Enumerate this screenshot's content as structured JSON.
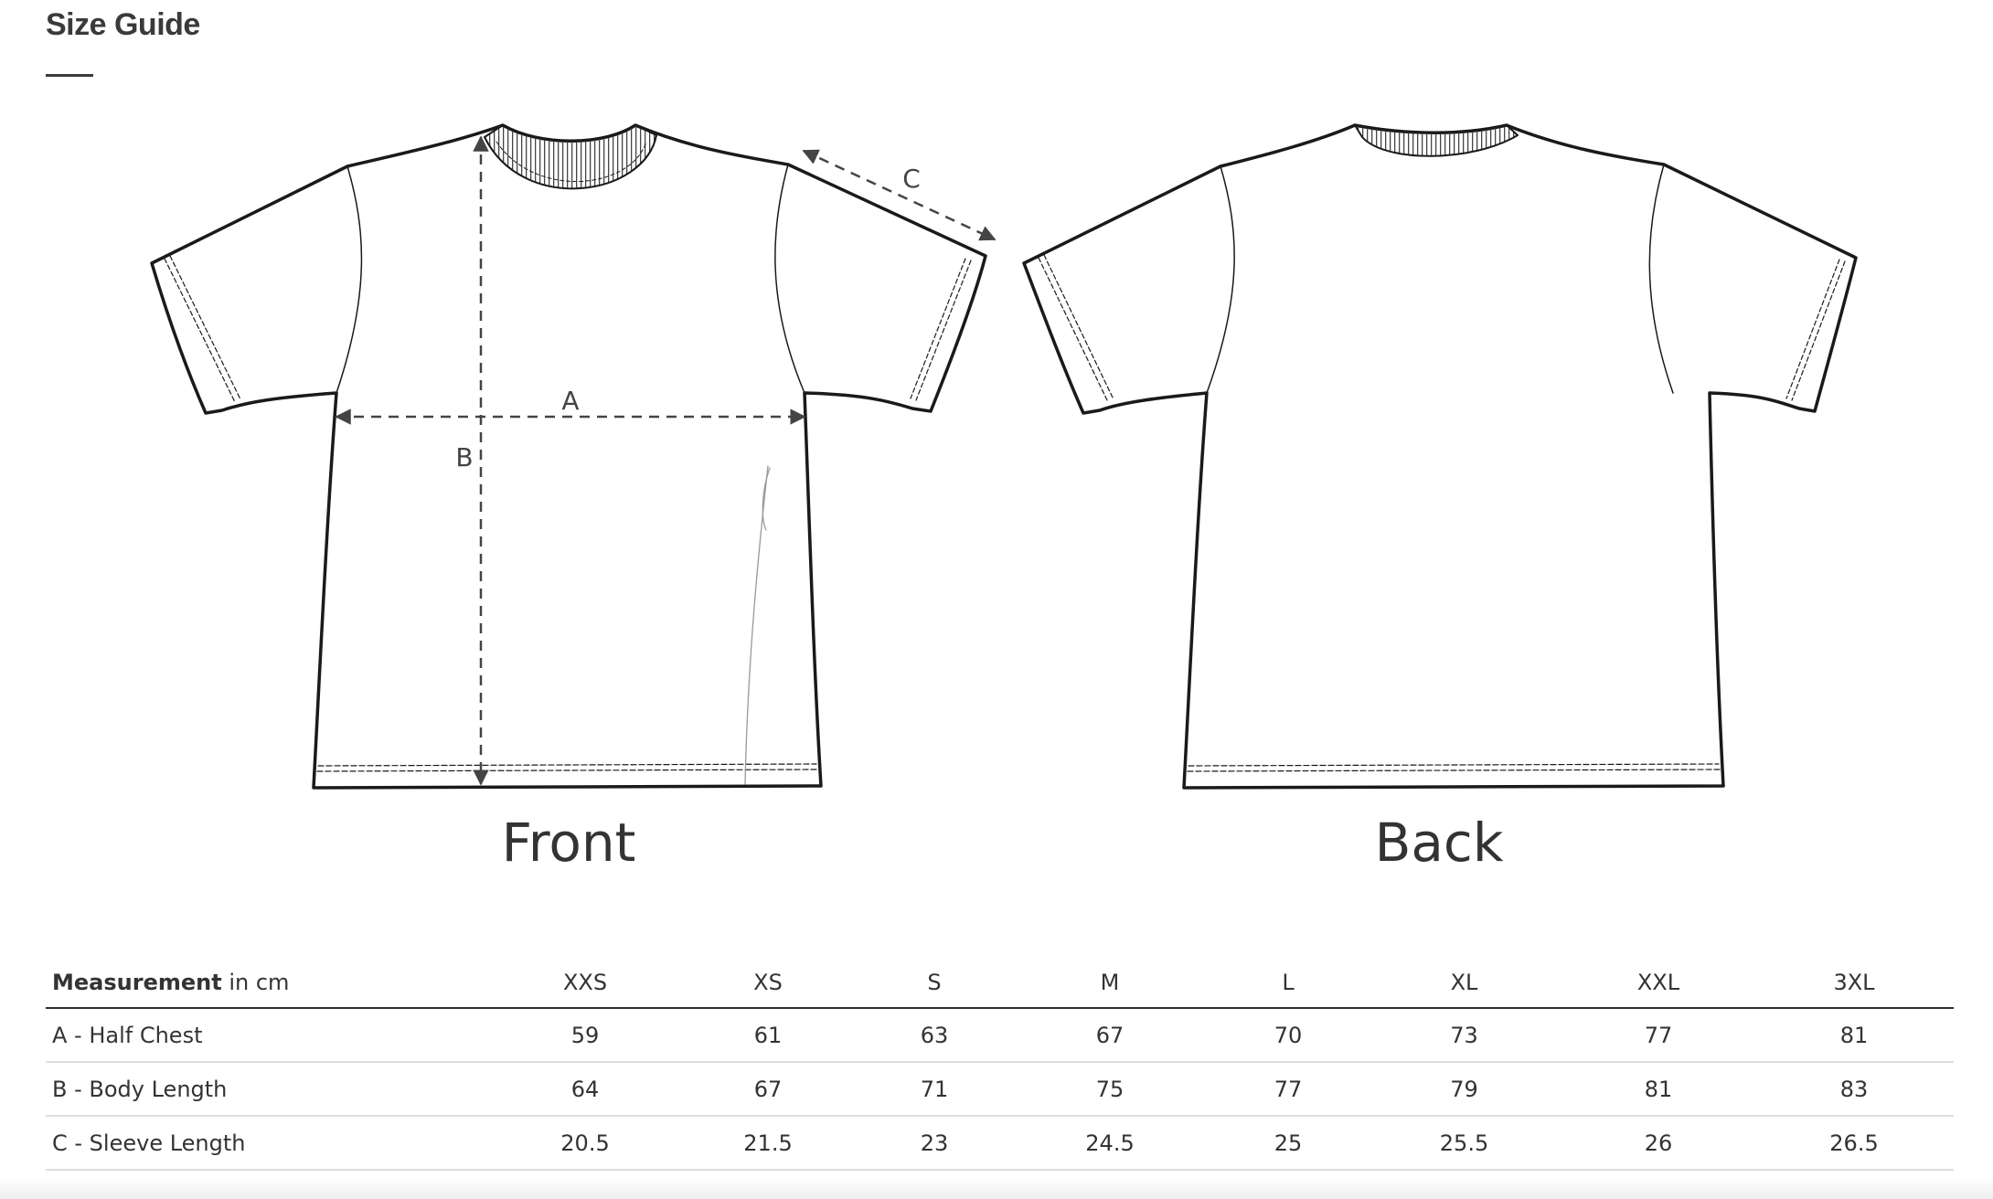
{
  "title": "Size Guide",
  "views": {
    "front": "Front",
    "back": "Back"
  },
  "measure_labels": {
    "a": "A",
    "b": "B",
    "c": "C"
  },
  "table": {
    "header_bold": "Measurement",
    "header_unit": " in cm",
    "sizes": [
      "XXS",
      "XS",
      "S",
      "M",
      "L",
      "XL",
      "XXL",
      "3XL"
    ],
    "rows": [
      {
        "label": "A - Half Chest",
        "values": [
          "59",
          "61",
          "63",
          "67",
          "70",
          "73",
          "77",
          "81"
        ]
      },
      {
        "label": "B - Body Length",
        "values": [
          "64",
          "67",
          "71",
          "75",
          "77",
          "79",
          "81",
          "83"
        ]
      },
      {
        "label": "C - Sleeve Length",
        "values": [
          "20.5",
          "21.5",
          "23",
          "24.5",
          "25",
          "25.5",
          "26",
          "26.5"
        ]
      }
    ]
  },
  "colors": {
    "ink": "#333333",
    "outline": "#1a1a1a",
    "rule_strong": "#2e2e2e",
    "rule_light": "#dddddd"
  }
}
